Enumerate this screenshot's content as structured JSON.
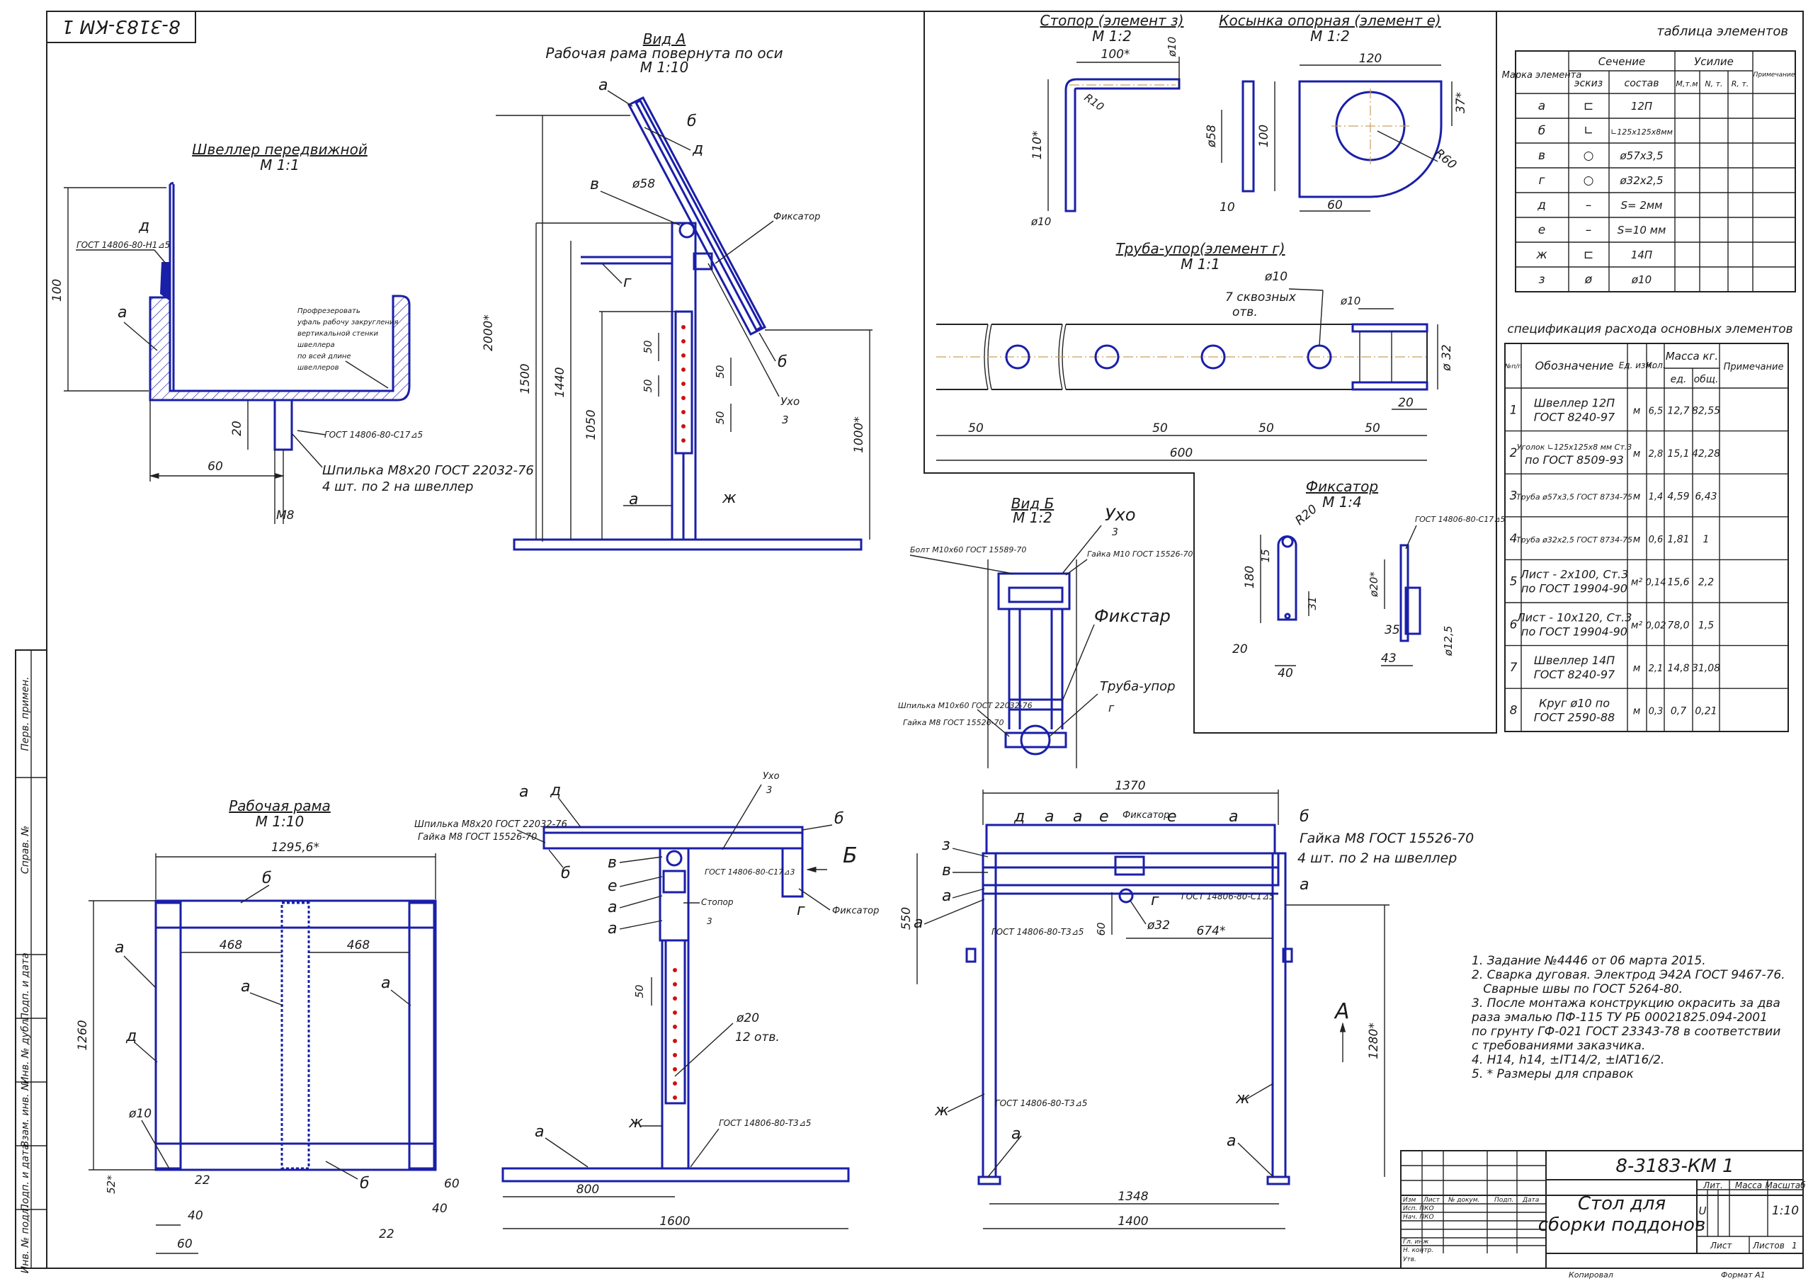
{
  "stamp_top": "8-3183-КМ 1",
  "views": {
    "channel": {
      "title": "Швеллер передвижной",
      "scale": "М 1:1",
      "d100": "100",
      "d20": "20",
      "d60": "60",
      "dM8": "М8",
      "gost_top": "ГОСТ 14806-80-Н1⊿5",
      "gost_bottom": "ГОСТ 14806-80-С17⊿5",
      "stud": "Шпилька М8х20 ГОСТ 22032-76",
      "stud_qty": "4 шт. по 2 на швеллер",
      "note": [
        "Профрезеровать",
        "уфаль рабочу закругления",
        "вертикальной стенки",
        "швеллера",
        "по всей длине",
        "швеллеров"
      ],
      "la": "а",
      "ld": "д"
    },
    "viewA": {
      "title": "Вид А",
      "subtitle": "Рабочая рама повернута по оси",
      "scale": "М 1:10",
      "fixator": "Фиксатор",
      "ukho": "Ухо",
      "ukho_n": "3",
      "d58": "ø58",
      "dims": [
        "2000*",
        "1500",
        "1440",
        "1050",
        "1000*",
        "50",
        "50",
        "50",
        "50"
      ],
      "letters": [
        "а",
        "б",
        "д",
        "в",
        "г",
        "б",
        "а",
        "ж"
      ]
    },
    "stopor": {
      "title": "Стопор (элемент з)",
      "scale": "М 1:2",
      "d100": "100*",
      "d10": "ø10",
      "d110": "110*",
      "r10": "R10",
      "d10b": "ø10"
    },
    "kosynka": {
      "title": "Косынка опорная (элемент е)",
      "scale": "М 1:2",
      "d120": "120",
      "d37": "37*",
      "r60": "R60",
      "d58": "ø58",
      "d100": "100",
      "d10": "10",
      "d60": "60"
    },
    "truba": {
      "title": "Труба-упор(элемент г)",
      "scale": "М 1:1",
      "d10": "ø10",
      "holes": "7 сквозных",
      "holes2": "отв.",
      "d10b": "ø10",
      "d32": "ø 32",
      "d20": "20",
      "d50": [
        "50",
        "50",
        "50",
        "50"
      ],
      "d600": "600"
    },
    "viewB": {
      "title": "Вид Б",
      "scale": "М 1:2",
      "ukho": "Ухо",
      "ukho_n": "3",
      "fixator": "Фикстар",
      "truba": "Труба-упор",
      "truba_n": "г",
      "bolt": "Болт М10х60 ГОСТ 15589-70",
      "nut1": "Гайка М10 ГОСТ 15526-70",
      "stud": "Шпилька М10х60 ГОСТ 22032-76",
      "nut2": "Гайка М8 ГОСТ 15526-70"
    },
    "fixator": {
      "title": "Фиксатор",
      "scale": "М 1:4",
      "r20": "R20",
      "d180": "180",
      "d15": "15",
      "d31": "31",
      "d20": "20",
      "d40": "40",
      "d20b": "ø20*",
      "d35": "35",
      "d43": "43",
      "d125": "ø12,5",
      "gost": "ГОСТ 14806-80-С17⊿5"
    },
    "rama": {
      "title": "Рабочая рама",
      "scale": "М 1:10",
      "d1295": "1295,6*",
      "d468a": "468",
      "d468b": "468",
      "d1260": "1260",
      "d10": "ø10",
      "d52": "52*",
      "d22": "22",
      "d40": "40",
      "d60": "60",
      "d60b": "60",
      "d40b": "40",
      "d22b": "22",
      "letters": [
        "б",
        "а",
        "а",
        "а",
        "д",
        "б"
      ]
    },
    "side": {
      "stud": "Шпилька М8х20 ГОСТ 22032-76",
      "nut": "Гайка М8 ГОСТ 15526-70",
      "ukho": "Ухо",
      "ukho_n": "3",
      "gost": "ГОСТ 14806-80-С17⊿3",
      "stopor": "Стопор",
      "stopor_n": "3",
      "fixator": "Фиксатор",
      "d20": "ø20",
      "holes": "12 отв.",
      "d50": "50",
      "gost2": "ГОСТ 14806-80-Т3⊿5",
      "d800": "800",
      "d1600": "1600",
      "arrowB": "Б",
      "letters": [
        "а",
        "д",
        "б",
        "б",
        "в",
        "е",
        "а",
        "а",
        "г",
        "ж",
        "а"
      ]
    },
    "front": {
      "d1370": "1370",
      "d550": "550",
      "d60": "60",
      "d674": "674*",
      "d32": "ø32",
      "d1280": "1280*",
      "d1348": "1348",
      "d1400": "1400",
      "nut": "Гайка М8 ГОСТ 15526-70",
      "nut_qty": "4 шт. по 2 на швеллер",
      "fixator": "Фиксатор",
      "gost1": "ГОСТ 14806-80-С1⊿5",
      "gost2": "ГОСТ 14806-80-Т3⊿5",
      "gost3": "ГОСТ 14806-80-Т3⊿5",
      "arrowA": "А",
      "letters": [
        "д",
        "а",
        "а",
        "е",
        "е",
        "а",
        "б",
        "з",
        "в",
        "а",
        "г",
        "а",
        "а",
        "ж",
        "а",
        "ж",
        "а"
      ]
    }
  },
  "elements_table": {
    "title": "таблица элементов",
    "headers": {
      "mark": "Марка элемента",
      "section": "Сечение",
      "sketch": "эскиз",
      "compos": "состав",
      "force": "Усилие",
      "m": "M,т.м",
      "n": "N, т.",
      "r": "R, т.",
      "note": "Примечание"
    },
    "rows": [
      {
        "m": "а",
        "sk": "⊏",
        "c": "12П"
      },
      {
        "m": "б",
        "sk": "∟",
        "c": "∟125х125х8мм"
      },
      {
        "m": "в",
        "sk": "○",
        "c": "ø57х3,5"
      },
      {
        "m": "г",
        "sk": "○",
        "c": "ø32х2,5"
      },
      {
        "m": "д",
        "sk": "–",
        "c": "S= 2мм"
      },
      {
        "m": "е",
        "sk": "–",
        "c": "S=10 мм"
      },
      {
        "m": "ж",
        "sk": "⊏",
        "c": "14П"
      },
      {
        "m": "з",
        "sk": "ø",
        "c": "ø10"
      }
    ]
  },
  "spec_table": {
    "title": "спецификация расхода основных элементов",
    "headers": {
      "n": "№п/п",
      "name": "Обозначение",
      "unit": "Ед. изм.",
      "qty": "Кол.",
      "mass": "Масса кг.",
      "ed": "ед.",
      "obsch": "общ.",
      "note": "Примечание"
    },
    "rows": [
      {
        "n": "1",
        "name": [
          "Швеллер 12П",
          "ГОСТ 8240-97"
        ],
        "u": "м",
        "q": "6,5",
        "e": "12,7",
        "o": "82,55"
      },
      {
        "n": "2",
        "name": [
          "Уголок ∟125х125х8 мм Ст.3",
          "по ГОСТ 8509-93"
        ],
        "u": "м",
        "q": "2,8",
        "e": "15,1",
        "o": "42,28"
      },
      {
        "n": "3",
        "name": [
          "Труба ø57х3,5 ГОСТ 8734-75"
        ],
        "u": "м",
        "q": "1,4",
        "e": "4,59",
        "o": "6,43"
      },
      {
        "n": "4",
        "name": [
          "Труба ø32х2,5 ГОСТ 8734-75"
        ],
        "u": "м",
        "q": "0,6",
        "e": "1,81",
        "o": "1"
      },
      {
        "n": "5",
        "name": [
          "Лист - 2х100, Ст.3",
          "по ГОСТ 19904-90"
        ],
        "u": "м²",
        "q": "0,14",
        "e": "15,6",
        "o": "2,2"
      },
      {
        "n": "6",
        "name": [
          "Лист - 10х120, Ст.3",
          "по ГОСТ 19904-90"
        ],
        "u": "м²",
        "q": "0,02",
        "e": "78,0",
        "o": "1,5"
      },
      {
        "n": "7",
        "name": [
          "Швеллер 14П",
          "ГОСТ 8240-97"
        ],
        "u": "м",
        "q": "2,1",
        "e": "14,8",
        "o": "31,08"
      },
      {
        "n": "8",
        "name": [
          "Круг ø10 по",
          "ГОСТ 2590-88"
        ],
        "u": "м",
        "q": "0,3",
        "e": "0,7",
        "o": "0,21"
      }
    ]
  },
  "notes": [
    "1. Задание №4446 от 06 марта 2015.",
    "2. Сварка дуговая. Электрод Э42А ГОСТ 9467-76.",
    "   Сварные швы по ГОСТ 5264-80.",
    "3. После монтажа конструкцию окрасить за два",
    "раза эмалью ПФ-115 ТУ РБ 00021825.094-2001",
    "по грунту ГФ-021 ГОСТ 23343-78 в соответствии",
    "с требованиями заказчика.",
    "4. Н14, h14, ±IT14/2, ±IAT16/2.",
    "5. * Размеры для справок"
  ],
  "title_block": {
    "code": "8-3183-КМ 1",
    "name1": "Стол для",
    "name2": "сборки поддонов",
    "lit": "Лит.",
    "massa": "Масса",
    "masshtab": "Масштаб",
    "lit_v": "U",
    "scale_v": "1:10",
    "sheet": "Лист",
    "sheets": "Листов",
    "sheets_v": "1",
    "izm": "Изм",
    "list": "Лист",
    "ndok": "№ докум.",
    "podp": "Подп.",
    "data": "Дата",
    "rows": [
      "Исп. ПКО",
      "Нач. ПКО",
      "",
      "",
      "Гл. инж",
      "Н. контр.",
      "Утв."
    ],
    "kopir": "Копировал",
    "format": "Формат   А1"
  },
  "side_stamp": [
    "Перв. примен.",
    "Справ. №",
    "Подп. и дата",
    "Инв. № дубл.",
    "Взам. инв. №",
    "Подп. и дата",
    "Инв. № подл."
  ]
}
